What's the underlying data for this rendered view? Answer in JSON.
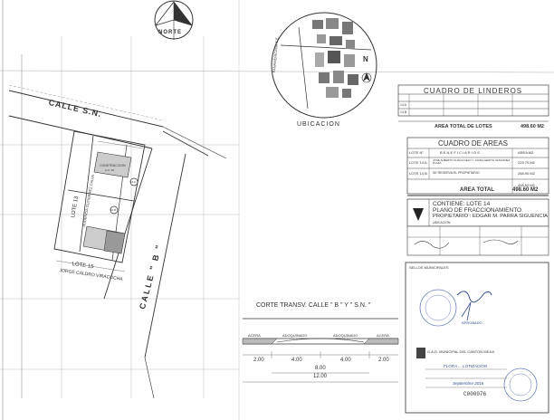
{
  "north": {
    "label": "NORTE"
  },
  "location": {
    "title": "UBICACION",
    "north_letter": "N",
    "street_label": "PANAMERICANA S.E."
  },
  "streets": {
    "top": "CALLE  S.N.",
    "diagonal": "CALLE  \" B \""
  },
  "lots": {
    "lote_13": "LOTE 13",
    "lote_14a": "14 A",
    "lote_14b": "14 B",
    "lote_15": "LOTE 15",
    "owner_13": "AUDENCIA GUTIERREZ CALVA",
    "owner_15": "JORGE CALDRO VIRACOCHA",
    "building": "CONSTRUCCION",
    "building_area": "A.C. 30"
  },
  "linderos": {
    "title": "CUADRO DE LINDEROS",
    "area_total_label": "AREA TOTAL DE LOTES",
    "area_total_value": "498.60 M2",
    "rows": [
      "14 A",
      "14 B"
    ]
  },
  "areas": {
    "title": "CUADRO DE AREAS",
    "header_lote": "LOTE N°",
    "header_beneficiarios": "B E N E F I C I A R I O S",
    "header_area": "AREA M2",
    "rows": [
      {
        "lote": "LOTE 14 A",
        "beneficiario": "JOSE ALBERTO CHACA GELO Y  JUANA GENITH VASCONEZ PLAZA",
        "area": "229.70 M2"
      },
      {
        "lote": "LOTE 14 B",
        "beneficiario": "SE RESERVA EL PROPIETARIO",
        "area": "268.90 M2"
      }
    ],
    "subtotal": "498.60 M2",
    "total_label": "AREA TOTAL",
    "total_value": "498.60 M2"
  },
  "title_block": {
    "contiene": "CONTIENE: LOTE  14",
    "plano": "PLANO DE FRACCIONAMIENTO",
    "propietario": "PROPIETARIO : EDGAR M. PARRA SIGUENCIA",
    "ubicacion": "UBICACION"
  },
  "section": {
    "title": "CORTE TRANSV. CALLE  \" B \" Y \" S.N. \"",
    "acera_left": "ACERA",
    "calzada_left": "ADOQUINADO",
    "calzada_right": "ADOQUINADO",
    "acera_right": "ACERA",
    "dims": [
      "2.00",
      "4.00",
      "4.00",
      "2.00"
    ],
    "dim_mid": "8.00",
    "dim_total": "12.00"
  },
  "stamp_box": {
    "header": "SELLOS MUNICIPALES",
    "municipality": "G.A.D. MUNICIPAL DEL CANTON MEJIA",
    "number": "C000076",
    "approved": "APROBADO",
    "handwritten_lines": [
      "FLORA ...  LOTIZACION",
      "Septiembre  2016"
    ]
  }
}
